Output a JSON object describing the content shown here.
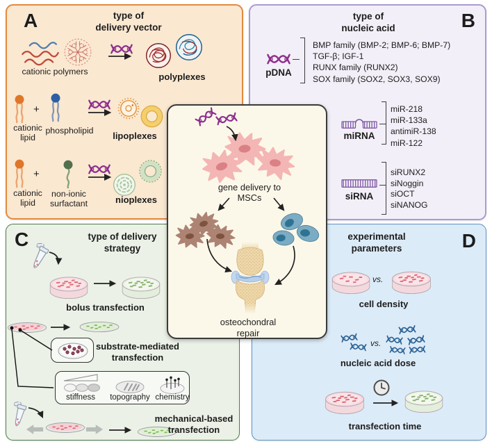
{
  "colors": {
    "panel_a_bg": "#fae8d1",
    "panel_a_border": "#e38a3e",
    "panel_b_bg": "#f3eff8",
    "panel_b_border": "#a89cd3",
    "panel_c_bg": "#ebf1e6",
    "panel_c_border": "#4e7b4a",
    "panel_d_bg": "#dcebf8",
    "panel_d_border": "#5d92c3",
    "center_bg": "#fcf8e9",
    "center_border": "#3a3a3a",
    "dna_magenta": "#8d2f8f",
    "dna_blue": "#2d6496",
    "rna_purple": "#7d58a4"
  },
  "panel_a": {
    "label": "A",
    "title": [
      "type of",
      "delivery vector"
    ],
    "rows": [
      {
        "inputs": [
          "cationic polymers"
        ],
        "output": "polyplexes"
      },
      {
        "inputs": [
          "cationic lipid",
          "phospholipid"
        ],
        "plus": "+",
        "output": "lipoplexes"
      },
      {
        "inputs": [
          "cationic lipid",
          "non-ionic surfactant"
        ],
        "plus": "+",
        "output": "nioplexes"
      }
    ]
  },
  "panel_b": {
    "label": "B",
    "title": [
      "type of",
      "nucleic acid"
    ],
    "groups": [
      {
        "name": "pDNA",
        "items": [
          "BMP family (BMP-2; BMP-6; BMP-7)",
          "TGF-β; IGF-1",
          "RUNX family (RUNX2)",
          "SOX family (SOX2, SOX3, SOX9)"
        ]
      },
      {
        "name": "miRNA",
        "items": [
          "miR-218",
          "miR-133a",
          "antimiR-138",
          "miR-122"
        ]
      },
      {
        "name": "siRNA",
        "items": [
          "siRUNX2",
          "siNoggin",
          "siOCT",
          "siNANOG"
        ]
      }
    ]
  },
  "center": {
    "top_caption": [
      "gene delivery to",
      "MSCs"
    ],
    "bottom_caption": [
      "osteochondral",
      "repair"
    ]
  },
  "panel_c": {
    "label": "C",
    "title": [
      "type of delivery",
      "strategy"
    ],
    "bolus_caption": "bolus transfection",
    "substrate_caption": [
      "substrate-mediated",
      "transfection"
    ],
    "substrate_params": [
      "stiffness",
      "topography",
      "chemistry"
    ],
    "mechanical_caption": [
      "mechanical-based",
      "transfection"
    ]
  },
  "panel_d": {
    "label": "D",
    "title": [
      "experimental",
      "parameters"
    ],
    "comparisons": [
      {
        "vs": "vs.",
        "caption": "cell density"
      },
      {
        "vs": "vs.",
        "caption": "nucleic acid dose"
      },
      {
        "caption": "transfection time"
      }
    ]
  }
}
